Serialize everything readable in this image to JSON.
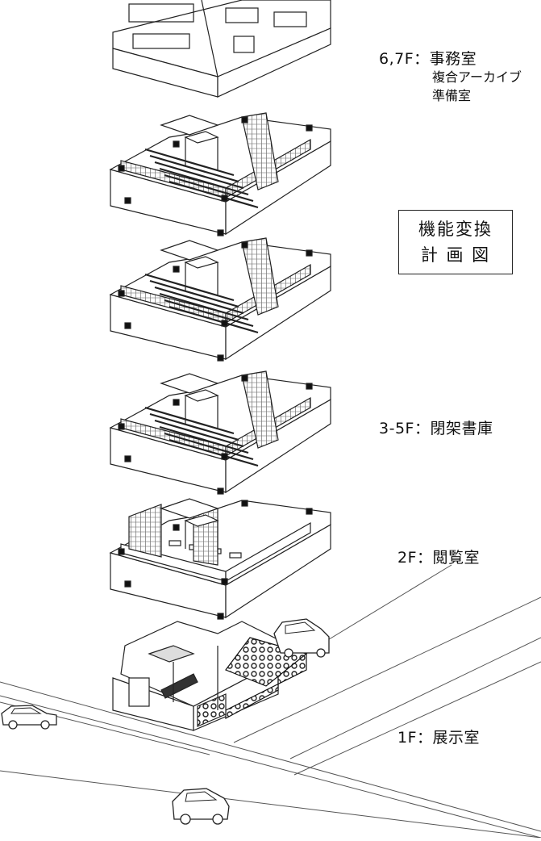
{
  "title": {
    "line1": "機能変換",
    "line2": "計 画 図"
  },
  "floors": [
    {
      "id": "6-7f",
      "label": "6,7F：事務室",
      "sub": [
        "複合アーカイブ",
        "準備室"
      ]
    },
    {
      "id": "3-5f",
      "label": "3-5F：閉架書庫",
      "sub": []
    },
    {
      "id": "2f",
      "label": "2F：閲覧室",
      "sub": []
    },
    {
      "id": "1f",
      "label": "1F：展示室",
      "sub": []
    }
  ],
  "icons": [
    "building-slab-icon",
    "car-icon"
  ]
}
